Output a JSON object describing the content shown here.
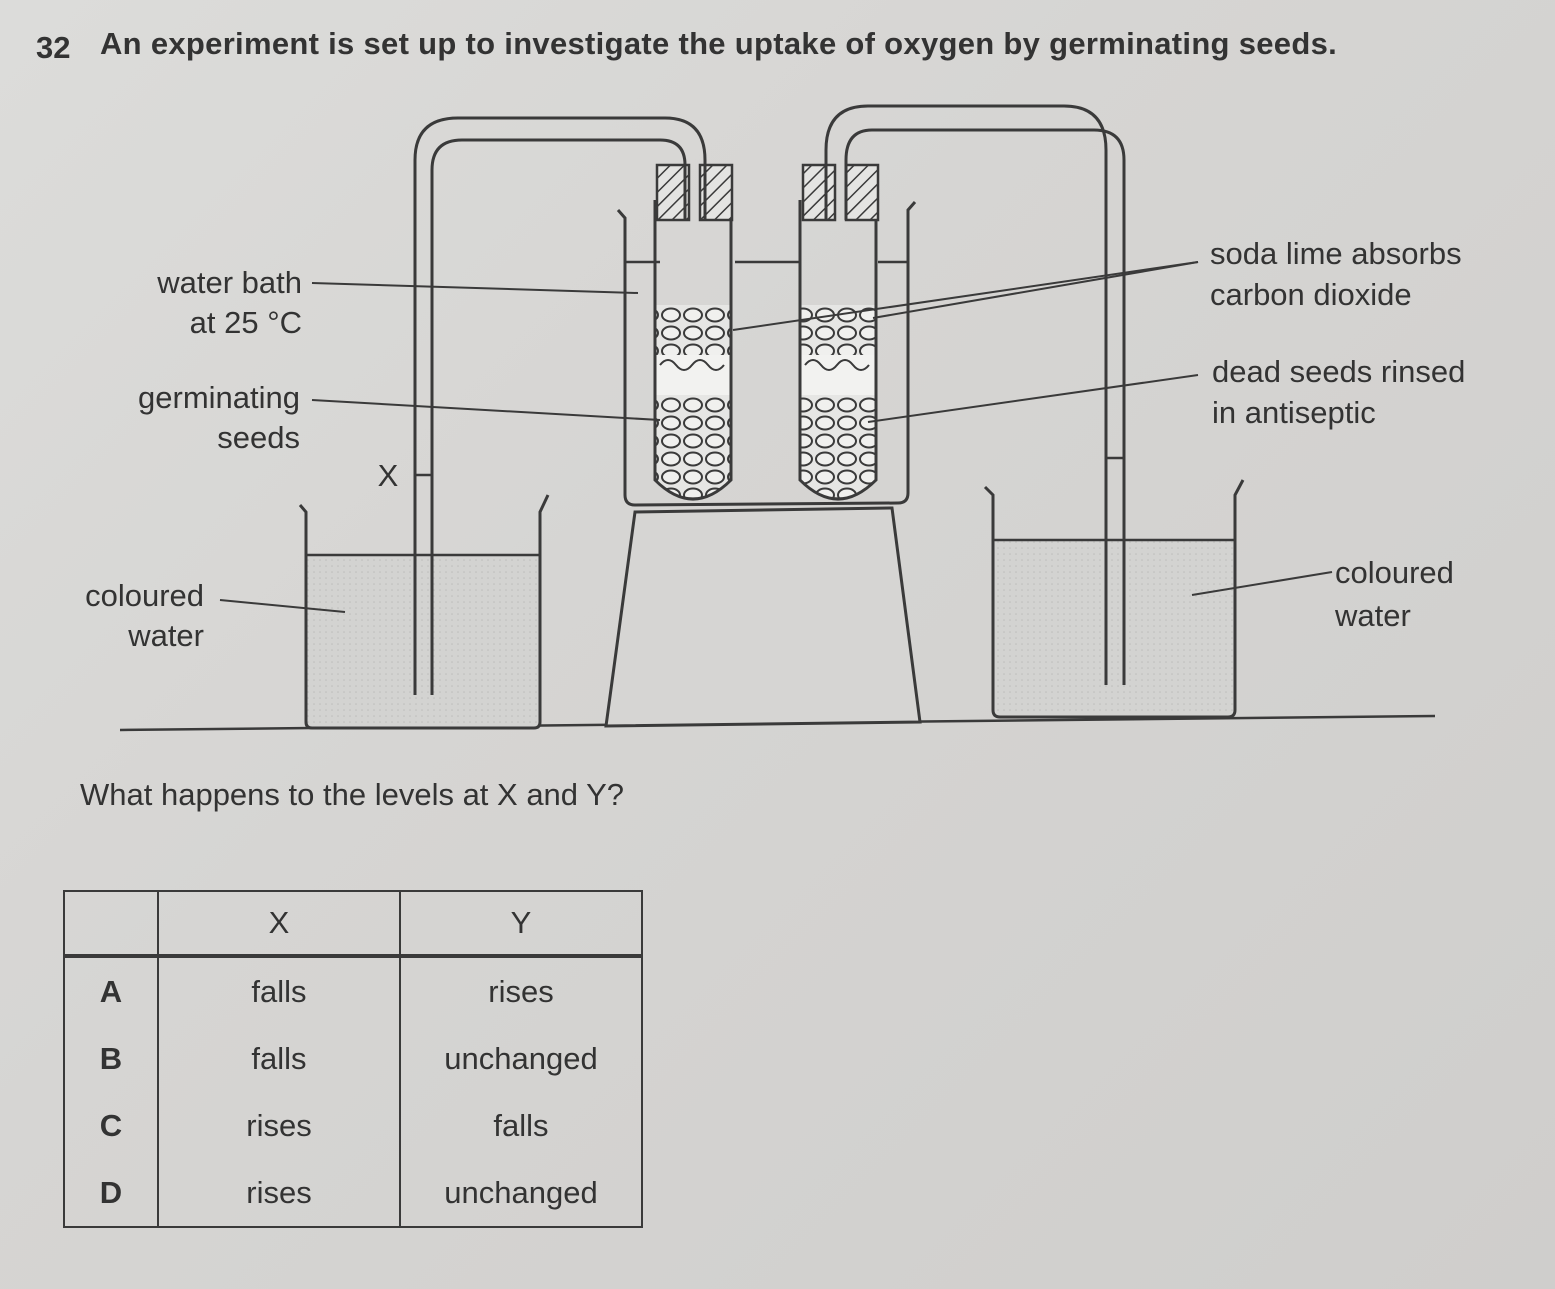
{
  "question": {
    "number": "32",
    "text": "An experiment is set up to investigate the uptake of oxygen by germinating seeds.",
    "prompt": "What happens to the levels at X and Y?"
  },
  "diagram": {
    "labels": {
      "water_bath_line1": "water bath",
      "water_bath_line2": "at 25 °C",
      "germinating_line1": "germinating",
      "germinating_line2": "seeds",
      "x_marker": "X",
      "coloured_water_left_line1": "coloured",
      "coloured_water_left_line2": "water",
      "soda_lime_line1": "soda lime absorbs",
      "soda_lime_line2": "carbon dioxide",
      "dead_seeds_line1": "dead seeds rinsed",
      "dead_seeds_line2": "in antiseptic",
      "coloured_water_right_line1": "coloured",
      "coloured_water_right_line2": "water"
    }
  },
  "table": {
    "headers": [
      "",
      "X",
      "Y"
    ],
    "rows": [
      {
        "option": "A",
        "x": "falls",
        "y": "rises"
      },
      {
        "option": "B",
        "x": "falls",
        "y": "unchanged"
      },
      {
        "option": "C",
        "x": "rises",
        "y": "falls"
      },
      {
        "option": "D",
        "x": "rises",
        "y": "unchanged"
      }
    ]
  }
}
